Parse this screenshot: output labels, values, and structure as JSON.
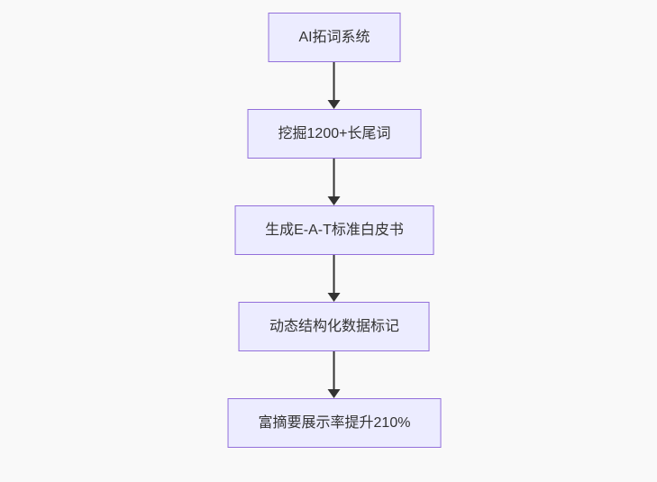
{
  "diagram": {
    "type": "flowchart",
    "direction": "top-down",
    "nodes": [
      {
        "id": "node-1",
        "label": "AI拓词系统"
      },
      {
        "id": "node-2",
        "label": "挖掘1200+长尾词"
      },
      {
        "id": "node-3",
        "label": "生成E-A-T标准白皮书"
      },
      {
        "id": "node-4",
        "label": "动态结构化数据标记"
      },
      {
        "id": "node-5",
        "label": "富摘要展示率提升210%"
      }
    ],
    "edges": [
      {
        "from": "node-1",
        "to": "node-2"
      },
      {
        "from": "node-2",
        "to": "node-3"
      },
      {
        "from": "node-3",
        "to": "node-4"
      },
      {
        "from": "node-4",
        "to": "node-5"
      }
    ],
    "colors": {
      "node_fill": "#ECECFF",
      "node_border": "#9370DB",
      "arrow": "#333333",
      "text": "#333333",
      "canvas_background": "#f9f9f9"
    }
  }
}
